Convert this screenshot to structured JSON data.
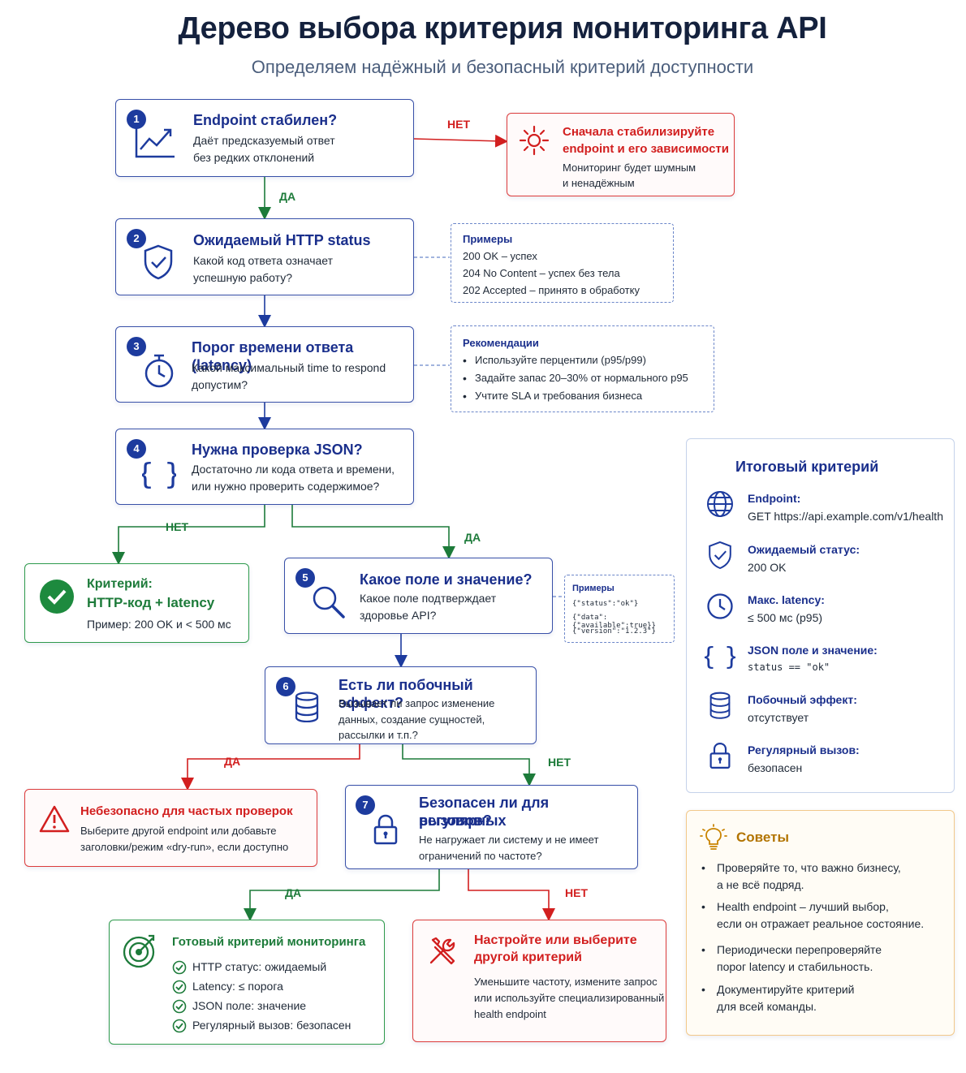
{
  "header": {
    "title": "Дерево выбора критерия мониторинга API",
    "subtitle": "Определяем надёжный и безопасный критерий доступности"
  },
  "labels": {
    "yes": "ДА",
    "no": "НЕТ"
  },
  "nodes": {
    "n1": {
      "num": "1",
      "title": "Endpoint стабилен?",
      "line1": "Даёт предсказуемый ответ",
      "line2": "без редких отклонений",
      "icon": "trend-chart-icon"
    },
    "n2": {
      "num": "2",
      "title": "Ожидаемый HTTP status",
      "line1": "Какой код ответа означает",
      "line2": "успешную работу?",
      "icon": "shield-check-icon"
    },
    "n3": {
      "num": "3",
      "title": "Порог времени ответа (latency)",
      "line1": "Какой максимальный time to respond",
      "line2": "допустим?",
      "icon": "stopwatch-icon"
    },
    "n4": {
      "num": "4",
      "title": "Нужна проверка JSON?",
      "line1": "Достаточно ли кода ответа и времени,",
      "line2": "или нужно проверить содержимое?",
      "icon": "curly-braces-icon"
    },
    "n5": {
      "num": "5",
      "title": "Какое поле и значение?",
      "line1": "Какое поле подтверждает",
      "line2": "здоровье API?",
      "icon": "magnifier-icon"
    },
    "n6": {
      "num": "6",
      "title": "Есть ли побочный эффект?",
      "line1": "Вызывает ли запрос изменение",
      "line2": "данных, создание сущностей,",
      "line3": "рассылки и т.п.?",
      "icon": "database-icon"
    },
    "n7": {
      "num": "7",
      "title1": "Безопасен ли для регулярных",
      "title2": "вызовов?",
      "line1": "Не нагружает ли систему и не имеет",
      "line2": "ограничений по частоте?",
      "icon": "lock-icon"
    }
  },
  "stabilize": {
    "title1": "Сначала стабилизируйте",
    "title2": "endpoint и его зависимости",
    "line1": "Мониторинг будет шумным",
    "line2": "и ненадёжным",
    "icon": "alert-burst-icon"
  },
  "examples_status": {
    "heading": "Примеры",
    "items": [
      "200 OK – успех",
      "204 No Content – успех без тела",
      "202 Accepted – принято в обработку"
    ]
  },
  "recommendations": {
    "heading": "Рекомендации",
    "items": [
      "Используйте перцентили (p95/p99)",
      "Задайте запас 20–30% от нормального p95",
      "Учтите SLA и требования бизнеса"
    ]
  },
  "examples_json": {
    "heading": "Примеры",
    "items": [
      "{\"status\":\"ok\"}",
      "{\"data\":{\"available\":true}}",
      "{\"version\":\"1.2.3\"}"
    ]
  },
  "criterion_simple": {
    "title1": "Критерий:",
    "title2": "HTTP-код + latency",
    "line": "Пример: 200 OK и < 500 мс",
    "icon": "check-circle-icon"
  },
  "unsafe": {
    "title": "Небезопасно для частых проверок",
    "line1": "Выберите другой endpoint или добавьте",
    "line2": "заголовки/режим «dry-run», если доступно",
    "icon": "warning-triangle-icon"
  },
  "ready": {
    "title": "Готовый критерий мониторинга",
    "items": [
      "HTTP статус: ожидаемый",
      "Latency: ≤ порога",
      "JSON поле: значение",
      "Регулярный вызов: безопасен"
    ],
    "icon": "target-icon"
  },
  "configure": {
    "title1": "Настройте или выберите",
    "title2": "другой критерий",
    "line1": "Уменьшите частоту, измените запрос",
    "line2": "или используйте специализированный",
    "line3": "health endpoint",
    "icon": "tools-icon"
  },
  "summary": {
    "title": "Итоговый критерий",
    "rows": [
      {
        "key": "Endpoint:",
        "value": "GET https://api.example.com/v1/health",
        "icon": "globe-icon"
      },
      {
        "key": "Ожидаемый статус:",
        "value": "200 OK",
        "icon": "shield-check-icon"
      },
      {
        "key": "Макс. latency:",
        "value": "≤ 500 мс (p95)",
        "icon": "clock-icon"
      },
      {
        "key": "JSON поле и значение:",
        "value": "status == \"ok\"",
        "icon": "curly-braces-icon"
      },
      {
        "key": "Побочный эффект:",
        "value": "отсутствует",
        "icon": "database-icon"
      },
      {
        "key": "Регулярный вызов:",
        "value": "безопасен",
        "icon": "lock-icon"
      }
    ]
  },
  "tips": {
    "title": "Советы",
    "icon": "lightbulb-icon",
    "items": [
      {
        "l1": "Проверяйте то, что важно бизнесу,",
        "l2": "а не всё подряд."
      },
      {
        "l1": "Health endpoint – лучший выбор,",
        "l2": "если он отражает реальное состояние."
      },
      {
        "l1": "Периодически перепроверяйте",
        "l2": "порог latency и стабильность."
      },
      {
        "l1": "Документируйте критерий",
        "l2": "для всей команды."
      }
    ]
  },
  "colors": {
    "primary": "#1a2f8c",
    "yes": "#1d7b3a",
    "no": "#d21f1f",
    "tips": "#b27400"
  }
}
